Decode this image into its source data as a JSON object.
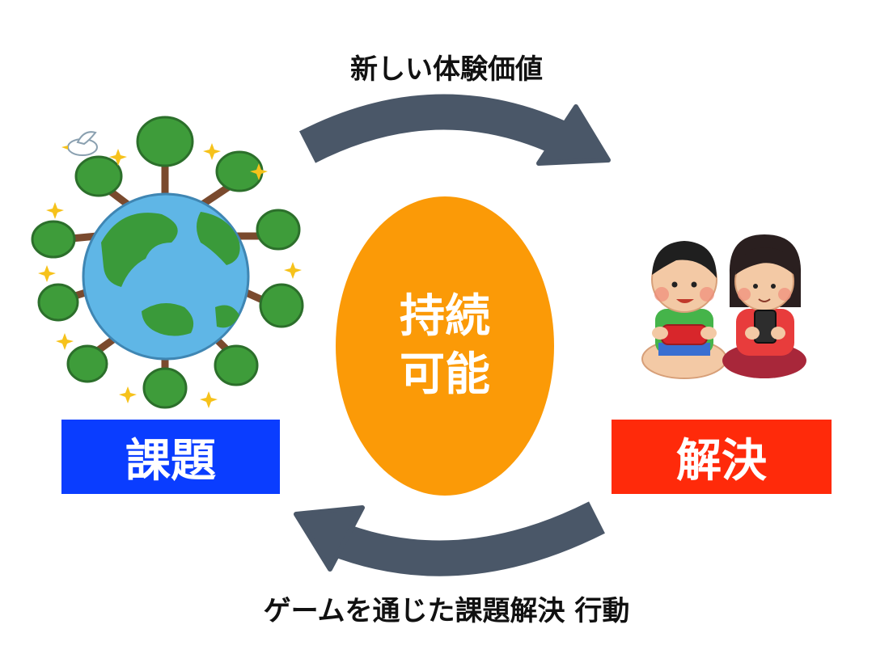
{
  "captions": {
    "top": "新しい体験価値",
    "bottom": "ゲームを通じた課題解決 行動"
  },
  "center": {
    "line1": "持続",
    "line2": "可能"
  },
  "boxes": {
    "problem": "課題",
    "solution": "解決"
  },
  "colors": {
    "arrow": "#4a5768",
    "oval": "#fb9a07",
    "problem_box": "#0a3dff",
    "solution_box": "#ff2a0a",
    "ocean": "#5fb6e6",
    "land": "#3a9a3a",
    "tree": "#3e9c3a",
    "trunk": "#7a4a2e"
  },
  "illustrations": {
    "left": "earth-with-trees-icon",
    "right": "children-playing-games-icon"
  }
}
